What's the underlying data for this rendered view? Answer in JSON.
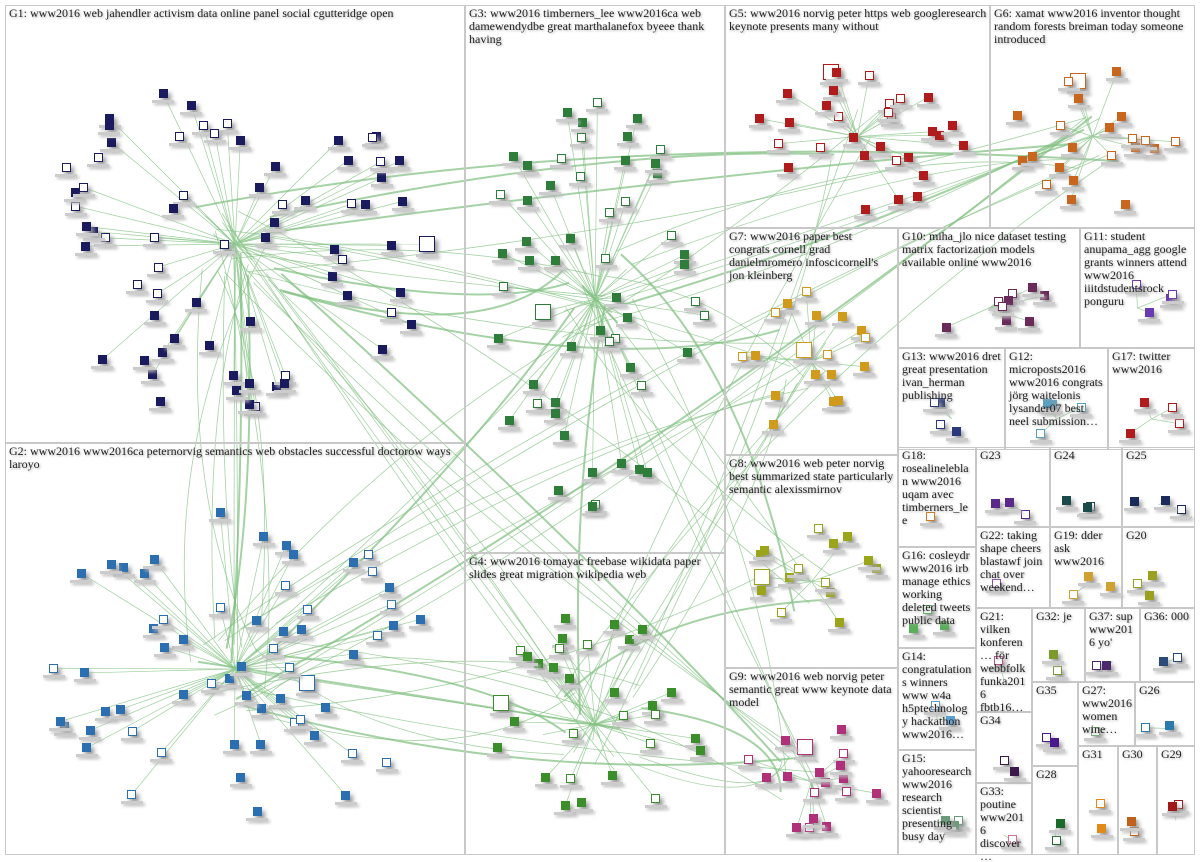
{
  "groups": [
    {
      "id": "G1",
      "label": "G1: www2016 web jahendler activism data online panel social cgutteridge open",
      "color": "#1a1a5e"
    },
    {
      "id": "G2",
      "label": "G2: www2016 www2016ca peternorvig semantics web obstacles successful doctorow ways laroyo",
      "color": "#2c6fb0"
    },
    {
      "id": "G3",
      "label": "G3: www2016 timberners_lee www2016ca web damewendydbe great marthalanefox byeee thank having",
      "color": "#2e7d3a"
    },
    {
      "id": "G4",
      "label": "G4: www2016 tomayac freebase wikidata paper slides great migration wikipedia web",
      "color": "#3a8f2a"
    },
    {
      "id": "G5",
      "label": "G5: www2016 norvig peter https web googleresearch keynote presents many without",
      "color": "#b01c1c"
    },
    {
      "id": "G6",
      "label": "G6: xamat www2016 inventor thought random forests breiman today someone introduced",
      "color": "#c8661e"
    },
    {
      "id": "G7",
      "label": "G7: www2016 paper best congrats cornell grad danielmromero infoscicornell's jon kleinberg",
      "color": "#d09a1a"
    },
    {
      "id": "G8",
      "label": "G8: www2016 web peter norvig best summarized state particularly semantic alexissmirnov",
      "color": "#9aa51a"
    },
    {
      "id": "G9",
      "label": "G9: www2016 web norvig peter semantic great www keynote data model",
      "color": "#b0307a"
    },
    {
      "id": "G10",
      "label": "G10: miha_jlo nice dataset testing matrix factorization models available online www2016",
      "color": "#6a2a5a"
    },
    {
      "id": "G11",
      "label": "G11: student anupama_agg google grants winners attend www2016 iiitdstudentsrock ponguru",
      "color": "#6a3ab0"
    },
    {
      "id": "G12",
      "label": "G12: microposts2016 www2016 congrats jörg waitelonis lysander07 best neel submission…",
      "color": "#5aa0c0"
    },
    {
      "id": "G13",
      "label": "G13: www2016 dret great presentation ivan_herman publishing",
      "color": "#2a3a7a"
    },
    {
      "id": "G14",
      "label": "G14: congratulations winners www w4a h5ptechnology hackathon www2016…",
      "color": "#5aa0d0"
    },
    {
      "id": "G15",
      "label": "G15: yahooresearch www2016 research scientist presenting busy day",
      "color": "#6a9a7a"
    },
    {
      "id": "G16",
      "label": "G16: cosleydr www2016 irb manage ethics working deleted tweets public data",
      "color": "#5ab05a"
    },
    {
      "id": "G17",
      "label": "G17: twitter www2016",
      "color": "#b01c1c"
    },
    {
      "id": "G18",
      "label": "G18: rosealineleblan www2016 uqam avec timberners_lee",
      "color": "#d07a1a"
    },
    {
      "id": "G19",
      "label": "G19: dder ask www2016",
      "color": "#d0a030"
    },
    {
      "id": "G20",
      "label": "G20",
      "color": "#9aa020"
    },
    {
      "id": "G21",
      "label": "G21: vilken konferen… för webbfolk funka2016 fbtb16…",
      "color": "#c05090"
    },
    {
      "id": "G22",
      "label": "G22: taking shape cheers blastawf join chat over weekend…",
      "color": "#8a4aa0"
    },
    {
      "id": "G23",
      "label": "G23",
      "color": "#5a2a8a"
    },
    {
      "id": "G24",
      "label": "G24",
      "color": "#1a4a4a"
    },
    {
      "id": "G25",
      "label": "G25",
      "color": "#1a2a5a"
    },
    {
      "id": "G26",
      "label": "G26",
      "color": "#2a7ab0"
    },
    {
      "id": "G27",
      "label": "G27: www2016 women wine…",
      "color": "#7ab07a"
    },
    {
      "id": "G28",
      "label": "G28",
      "color": "#1a6a2a"
    },
    {
      "id": "G29",
      "label": "G29",
      "color": "#a01a1a"
    },
    {
      "id": "G30",
      "label": "G30",
      "color": "#c0601a"
    },
    {
      "id": "G31",
      "label": "G31",
      "color": "#e08a1a"
    },
    {
      "id": "G32",
      "label": "G32: je",
      "color": "#7a9a2a"
    },
    {
      "id": "G33",
      "label": "G33: poutine www2016 discover…",
      "color": "#d070a0"
    },
    {
      "id": "G34",
      "label": "G34",
      "color": "#3a1a4a"
    },
    {
      "id": "G35",
      "label": "G35",
      "color": "#4a1a8a"
    },
    {
      "id": "G36",
      "label": "G36: 000",
      "color": "#2a4a7a"
    },
    {
      "id": "G37",
      "label": "G37: sup www2016 yo'",
      "color": "#4a2a6a"
    }
  ]
}
